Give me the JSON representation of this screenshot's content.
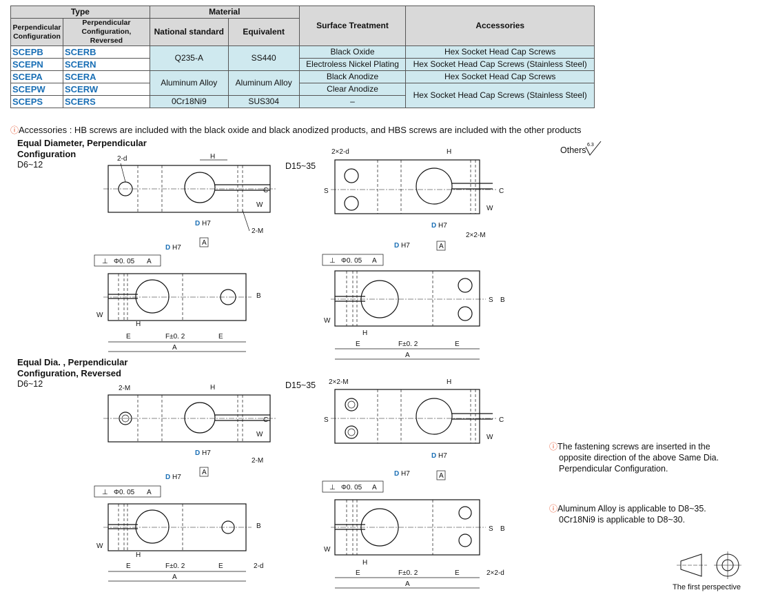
{
  "table": {
    "header": {
      "type": "Type",
      "material": "Material",
      "surface_treatment": "Surface Treatment",
      "accessories": "Accessories",
      "perpendicular_configuration": "Perpendicular Configuration",
      "perpendicular_configuration_reversed": "Perpendicular Configuration, Reversed",
      "national_standard": "National standard",
      "equivalent": "Equivalent"
    },
    "rows": [
      {
        "code_a": "SCEPB",
        "code_b": "SCERB",
        "surface": "Black Oxide",
        "accessories": "Hex Socket Head Cap Screws"
      },
      {
        "code_a": "SCEPN",
        "code_b": "SCERN",
        "surface": "Electroless Nickel Plating",
        "accessories": "Hex Socket Head Cap Screws (Stainless Steel)"
      },
      {
        "code_a": "SCEPA",
        "code_b": "SCERA",
        "surface": "Black Anodize",
        "accessories": "Hex Socket Head Cap Screws"
      },
      {
        "code_a": "SCEPW",
        "code_b": "SCERW",
        "surface": "Clear Anodize",
        "accessories": "Hex Socket Head Cap Screws (Stainless Steel)"
      },
      {
        "code_a": "SCEPS",
        "code_b": "SCERS",
        "surface": "–",
        "accessories": ""
      }
    ],
    "materials": [
      {
        "national": "Q235-A",
        "equivalent": "SS440"
      },
      {
        "national": "Aluminum Alloy",
        "equivalent": "Aluminum Alloy"
      },
      {
        "national": "0Cr18Ni9",
        "equivalent": "SUS304"
      }
    ]
  },
  "accessories_note": "Accessories : HB screws are included with the black oxide and black anodized products, and HBS screws are included with the other products",
  "section1": {
    "title_line1": "Equal Diameter, Perpendicular",
    "title_line2": "Configuration",
    "range_small": "D6~12",
    "range_large": "D15~35"
  },
  "section2": {
    "title_line1": "Equal Dia. , Perpendicular",
    "title_line2": "Configuration, Reversed",
    "range_small": "D6~12",
    "range_large": "D15~35"
  },
  "others_label": "Others",
  "roughness": "6.3",
  "dims": {
    "H": "H",
    "C": "C",
    "W": "W",
    "B": "B",
    "S": "S",
    "E": "E",
    "A": "A",
    "F": "F±0. 2",
    "D": "D",
    "H7": "H7",
    "d2": "2-d",
    "dd": "2×2-d",
    "M2": "2-M",
    "MM": "2×2-M",
    "tol": "Φ0. 05",
    "datum": "A"
  },
  "side_notes": {
    "reversed_note": "The fastening screws are inserted in the opposite direction of the above Same Dia. Perpendicular Configuration.",
    "reversed_note_l1": "The fastening screws are inserted in the",
    "reversed_note_l2": "opposite direction of the above Same Dia.",
    "reversed_note_l3": "Perpendicular Configuration.",
    "material_note_l1": "Aluminum Alloy is applicable to D8~35.",
    "material_note_l2": "0Cr18Ni9 is applicable to D8~30."
  },
  "perspective_label": "The first perspective",
  "colors": {
    "table_header": "#d9d9d9",
    "table_body": "#cfe9ef",
    "code_blue": "#1a6fb5",
    "note_red": "#e34d26"
  }
}
